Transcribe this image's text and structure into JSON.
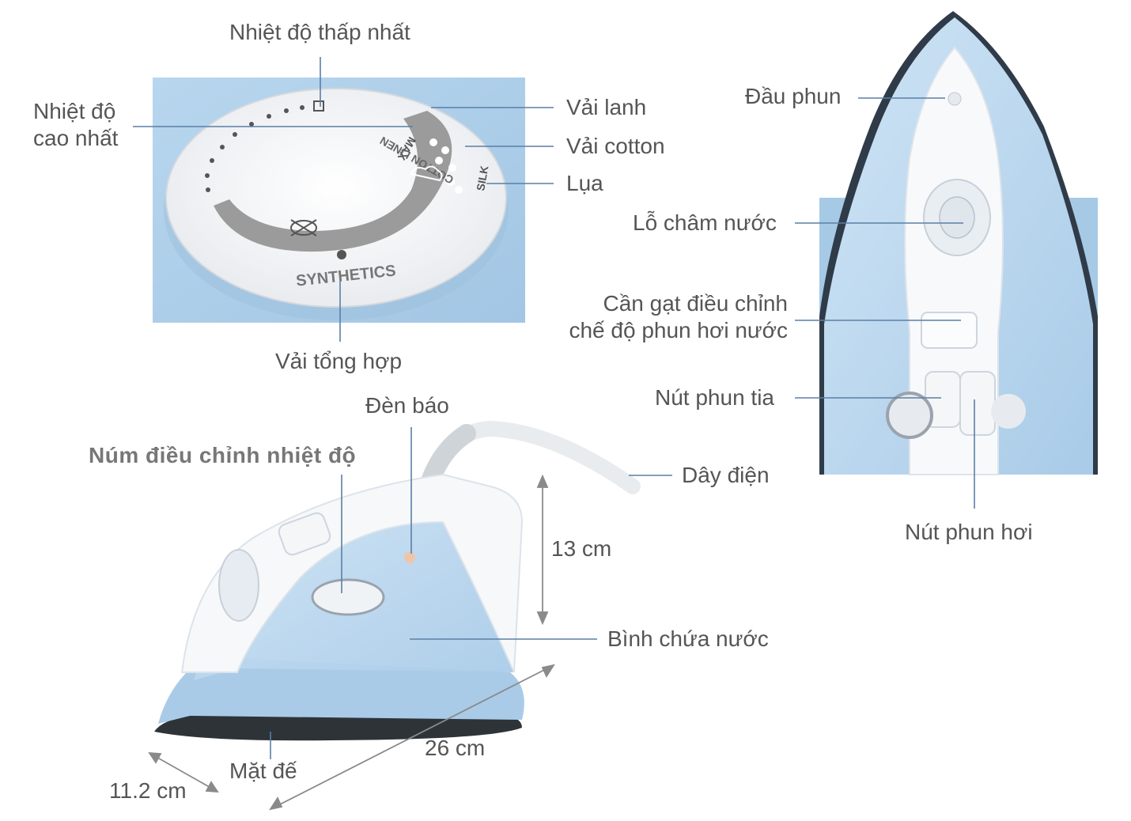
{
  "dial": {
    "min_temp": "Nhiệt độ thấp nhất",
    "max_temp_line1": "Nhiệt độ",
    "max_temp_line2": "cao nhất",
    "linen": "Vải lanh",
    "cotton": "Vải cotton",
    "silk": "Lụa",
    "synthetic": "Vải tổng hợp",
    "dial_print": {
      "synthetics": "SYNTHETICS",
      "max": "MAX",
      "silk": "SILK",
      "cotton_linen": "COTTON LINEN"
    }
  },
  "top_view": {
    "spray_nozzle": "Đầu phun",
    "water_inlet": "Lỗ châm nước",
    "steam_lever_line1": "Cần gạt điều chỉnh",
    "steam_lever_line2": "chế độ phun hơi nước",
    "spray_button": "Nút phun tia",
    "steam_button": "Nút phun hơi"
  },
  "side_view": {
    "indicator_light": "Đèn báo",
    "temp_knob": "Núm điều chỉnh nhiệt độ",
    "power_cord": "Dây điện",
    "height": "13 cm",
    "water_tank": "Bình chứa nước",
    "length": "26 cm",
    "soleplate": "Mặt đế",
    "width": "11.2 cm"
  },
  "colors": {
    "label_text": "#555555",
    "leader_line": "#5b7fa6",
    "iron_blue": "#bcd7ee",
    "iron_white": "#f6f8fa",
    "soleplate": "#2e3338",
    "dimension_arrow": "#8a8a8a"
  }
}
